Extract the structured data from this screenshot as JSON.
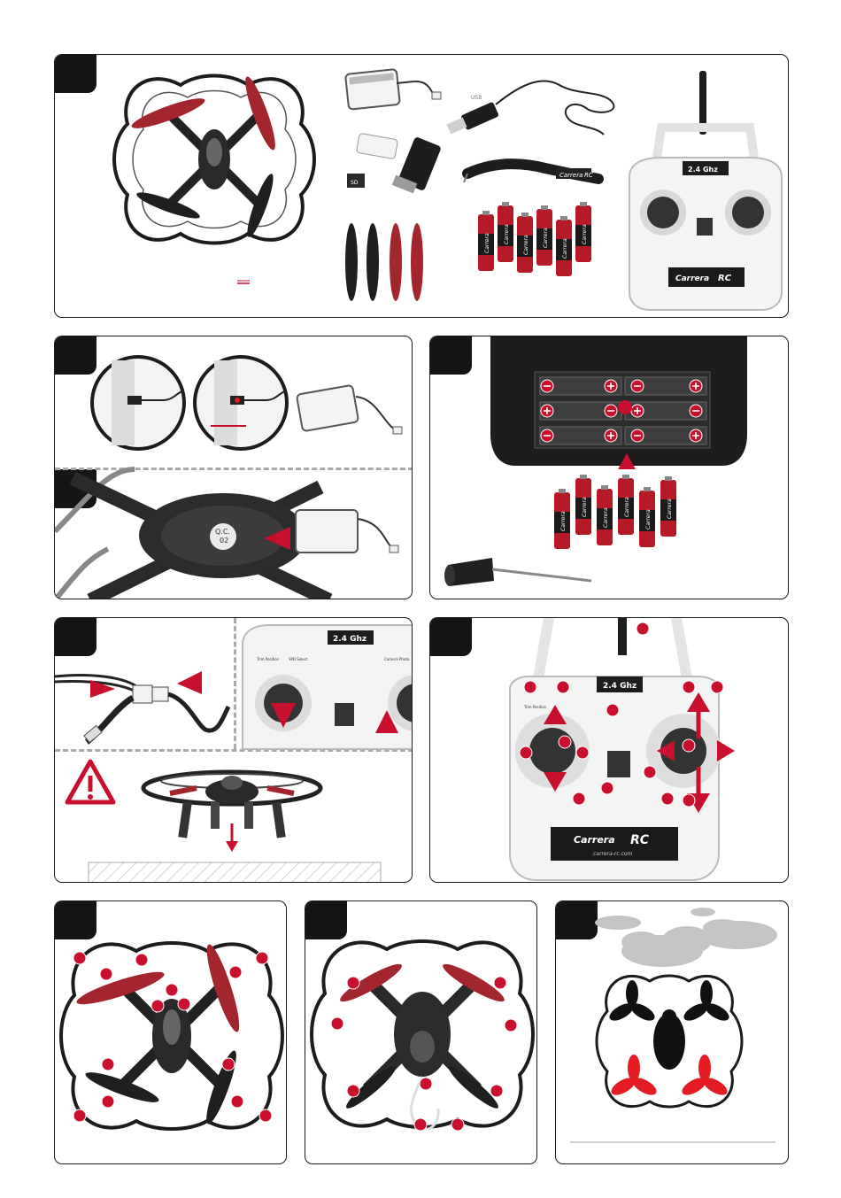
{
  "panel1": {
    "charger_label": "USB",
    "remote_band": "2.4 Ghz",
    "remote_brand": "Carrera",
    "remote_brand_rc": "RC",
    "sd_label": "SD",
    "strap_brand": "Carrera",
    "strap_brand_rc": "RC"
  },
  "panel4": {
    "qc_label": "Q.C.",
    "qc_number": "02"
  },
  "panel6": {
    "remote_band": "2.4 Ghz",
    "left_label": "Trim Position",
    "mid_label": "SPD Select",
    "right_label": "Camera Photo"
  },
  "panel7": {
    "remote_band": "2.4 Ghz",
    "left_label": "Trim Position",
    "brand": "Carrera",
    "brand_rc": "RC",
    "url": "carrera-rc.com"
  },
  "battery_brand": "Carrera",
  "colors": {
    "accent_red": "#c8102e",
    "prop_red": "#a3262f",
    "frame_dark": "#1c1c1c",
    "border_grey": "#a9a9a9"
  }
}
